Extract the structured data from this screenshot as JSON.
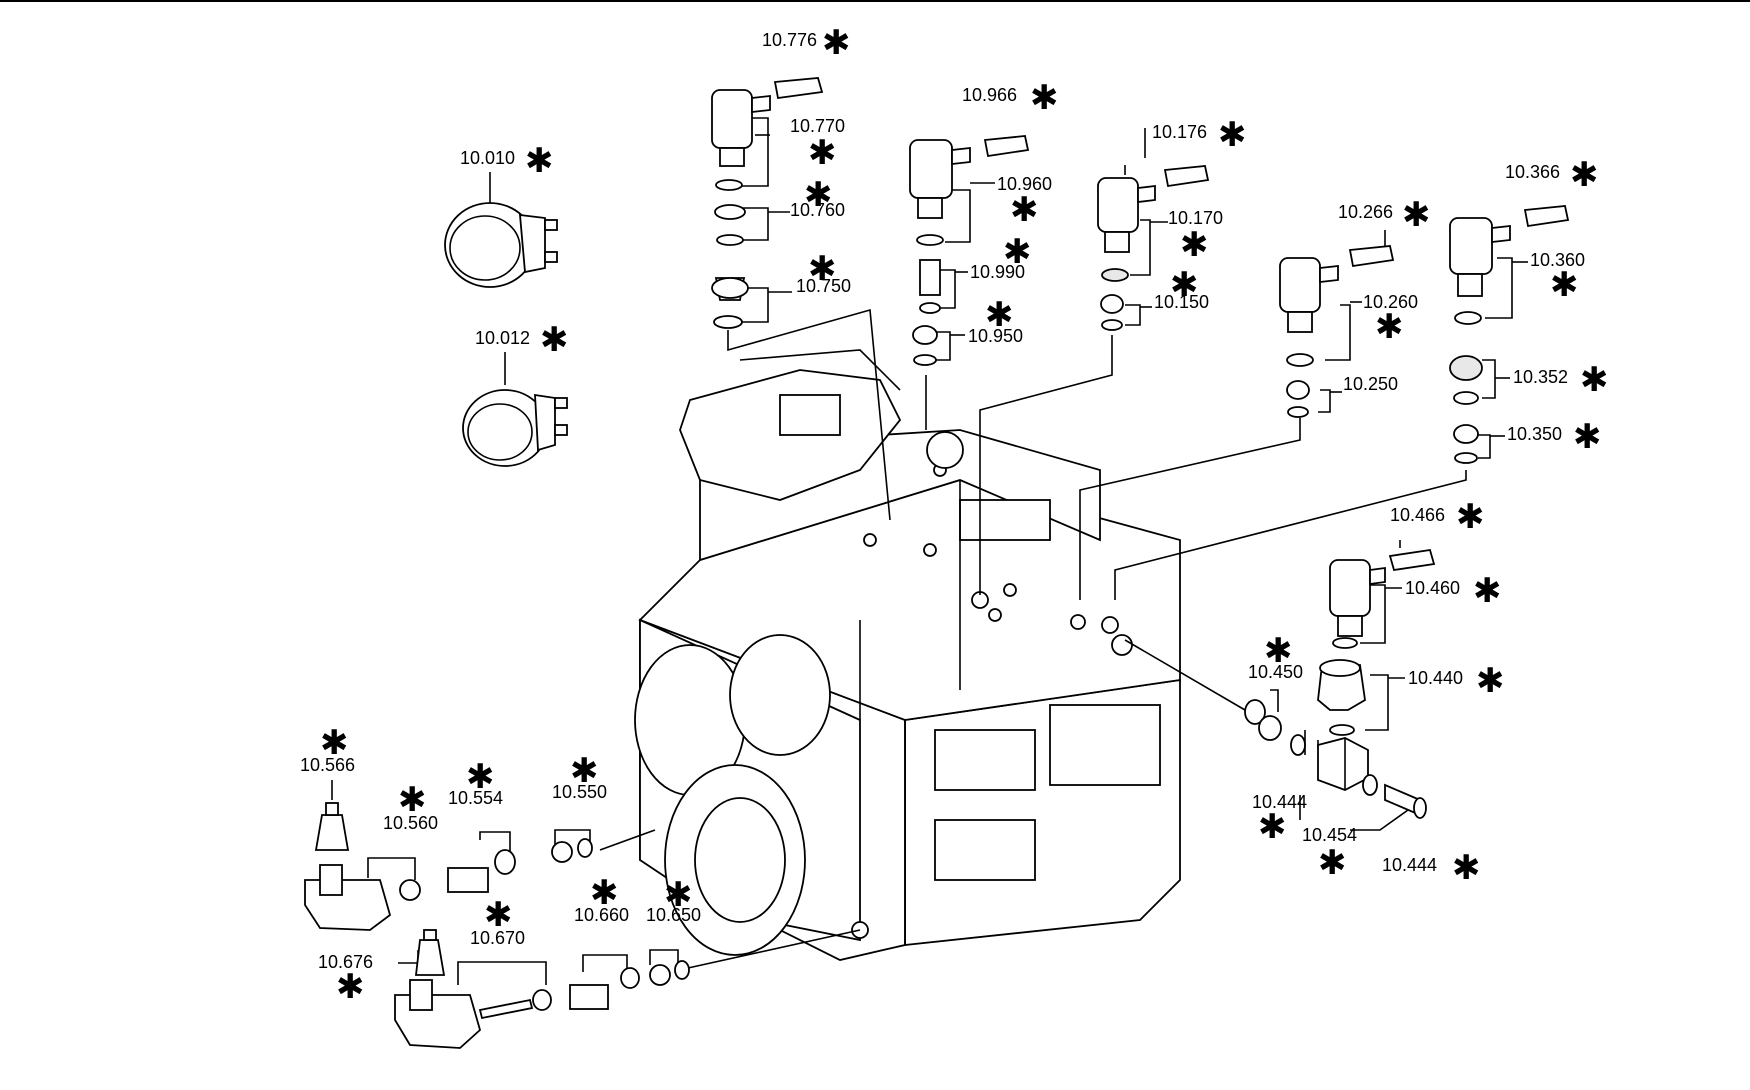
{
  "labels": {
    "l10776": "10.776",
    "l10770": "10.770",
    "l10760": "10.760",
    "l10750": "10.750",
    "l10010": "10.010",
    "l10012": "10.012",
    "l10966": "10.966",
    "l10960": "10.960",
    "l10990": "10.990",
    "l10950": "10.950",
    "l10176": "10.176",
    "l10170": "10.170",
    "l10150": "10.150",
    "l10266": "10.266",
    "l10260": "10.260",
    "l10250": "10.250",
    "l10366": "10.366",
    "l10360": "10.360",
    "l10352": "10.352",
    "l10350": "10.350",
    "l10466": "10.466",
    "l10460": "10.460",
    "l10440": "10.440",
    "l10450": "10.450",
    "l10444a": "10.444",
    "l10454": "10.454",
    "l10444b": "10.444",
    "l10566": "10.566",
    "l10560": "10.560",
    "l10554": "10.554",
    "l10550": "10.550",
    "l10676": "10.676",
    "l10670": "10.670",
    "l10660": "10.660",
    "l10650": "10.650"
  },
  "marker": "✱"
}
